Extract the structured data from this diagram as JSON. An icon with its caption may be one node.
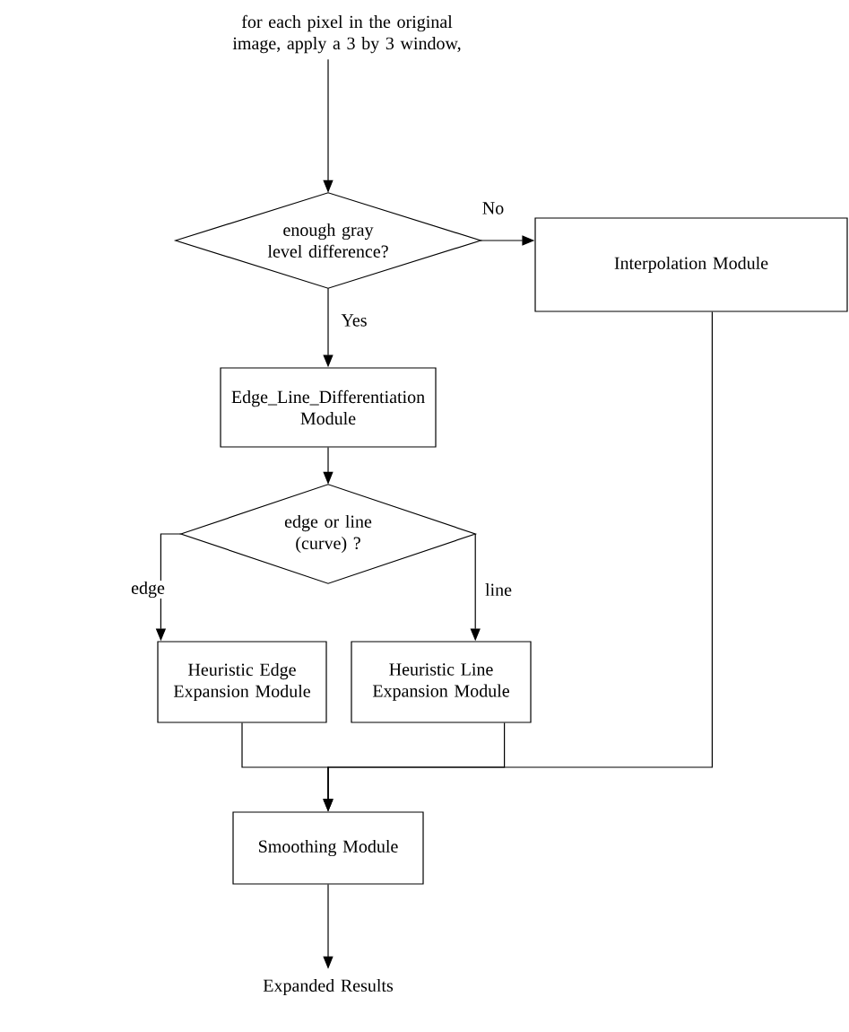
{
  "diagram": {
    "nodes": [
      {
        "text": [
          "for each pixel in the original image, apply a 3 by 3 window,"
        ]
      },
      {
        "text": [
          "enough gray level difference?"
        ]
      },
      {
        "text": [
          "Interpolation Module"
        ]
      },
      {
        "text": [
          "Edge_Line_Differentiation Module"
        ]
      },
      {
        "text": [
          "edge or line (curve) ?"
        ]
      },
      {
        "text": [
          "Heuristic Edge Expansion Module"
        ]
      },
      {
        "text": [
          "Heuristic Line Expansion Module"
        ]
      },
      {
        "text": [
          "Smoothing Module"
        ]
      },
      {
        "text": [
          "Expanded Results"
        ]
      }
    ],
    "edges": [
      {
        "from": 0,
        "to": 1,
        "arrow": "to"
      },
      {
        "from": 1,
        "to": 2,
        "arrow": "to",
        "label": "No"
      },
      {
        "from": 1,
        "to": 3,
        "arrow": "to",
        "label": "Yes"
      },
      {
        "from": 3,
        "to": 4,
        "arrow": "to"
      },
      {
        "from": 4,
        "to": 5,
        "arrow": "to",
        "label": "edge"
      },
      {
        "from": 4,
        "to": 6,
        "arrow": "to",
        "label": "line"
      },
      {
        "from": 5,
        "to": 7,
        "arrow": "to"
      },
      {
        "from": 6,
        "to": 7,
        "arrow": "to"
      },
      {
        "from": 2,
        "to": 7,
        "arrow": "to"
      },
      {
        "from": 7,
        "to": 8,
        "arrow": "to"
      }
    ]
  }
}
